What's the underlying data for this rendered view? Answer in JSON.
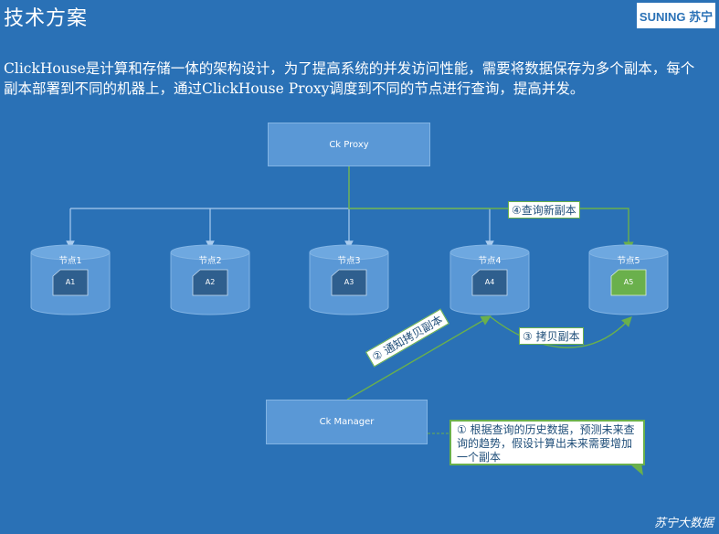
{
  "header": {
    "title": "技术方案",
    "logo_text": "SUNING 苏宁"
  },
  "description": "ClickHouse是计算和存储一体的架构设计，为了提高系统的并发访问性能，需要将数据保存为多个副本，每个副本部署到不同的机器上，通过ClickHouse Proxy调度到不同的节点进行查询，提高并发。",
  "diagram": {
    "proxy_label": "Ck Proxy",
    "manager_label": "Ck Manager",
    "nodes": [
      {
        "name": "节点1",
        "replica": "A1"
      },
      {
        "name": "节点2",
        "replica": "A2"
      },
      {
        "name": "节点3",
        "replica": "A3"
      },
      {
        "name": "节点4",
        "replica": "A4"
      },
      {
        "name": "节点5",
        "replica": "A5"
      }
    ],
    "step_query": "④查询新副本",
    "step_copy": "③ 拷贝副本",
    "step_notify": "② 通知拷贝副本",
    "step_predict": "① 根据查询的历史数据，预测未来查询的趋势，假设计算出未来需要增加一个副本"
  },
  "colors": {
    "background": "#2a71b6",
    "cylinder_fill": "#5a98d6",
    "highlight_green": "#6ab04c",
    "replica_fill": "#2f5f8e"
  },
  "footer": "苏宁大数据"
}
